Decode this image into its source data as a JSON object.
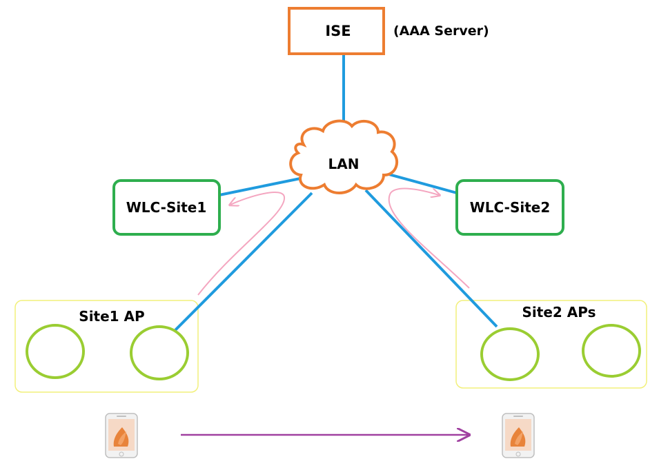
{
  "ise": {
    "label": "ISE",
    "note": "(AAA Server)",
    "color": "#ED7D31"
  },
  "lan": {
    "label": "LAN",
    "color": "#ED7D31"
  },
  "wlc1": {
    "label": "WLC-Site1",
    "color": "#2EAE4E"
  },
  "wlc2": {
    "label": "WLC-Site2",
    "color": "#2EAE4E"
  },
  "site1": {
    "label": "Site1 AP",
    "ap_count": 2
  },
  "site2": {
    "label": "Site2 APs",
    "ap_count": 2
  },
  "colors": {
    "link": "#1F9BDE",
    "ap_ring": "#9ACD32",
    "site_border": "#F2F07A",
    "capwap_arrow": "#F4A6C0",
    "roam_arrow": "#A040A0"
  },
  "icons": {
    "client_device": "smartphone-icon"
  }
}
